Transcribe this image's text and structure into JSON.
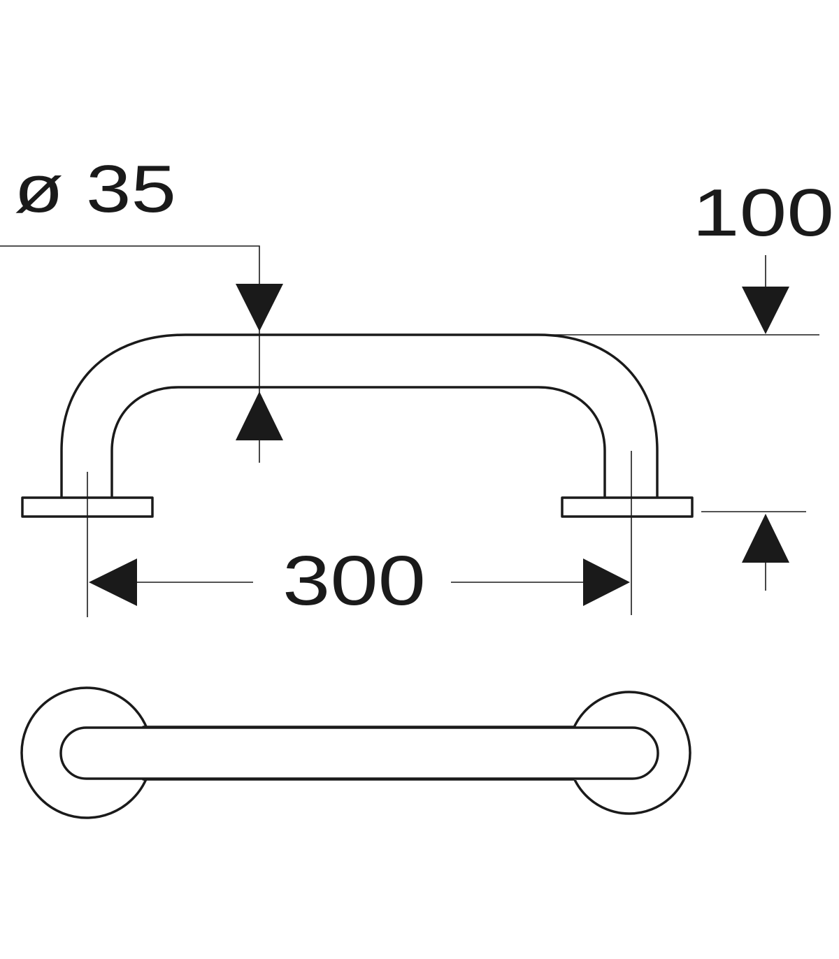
{
  "dimensions": {
    "diameter_label": "ø 35",
    "height_label": "100",
    "length_label": "300"
  },
  "colors": {
    "ink": "#1a1a1a",
    "paper": "#ffffff"
  }
}
